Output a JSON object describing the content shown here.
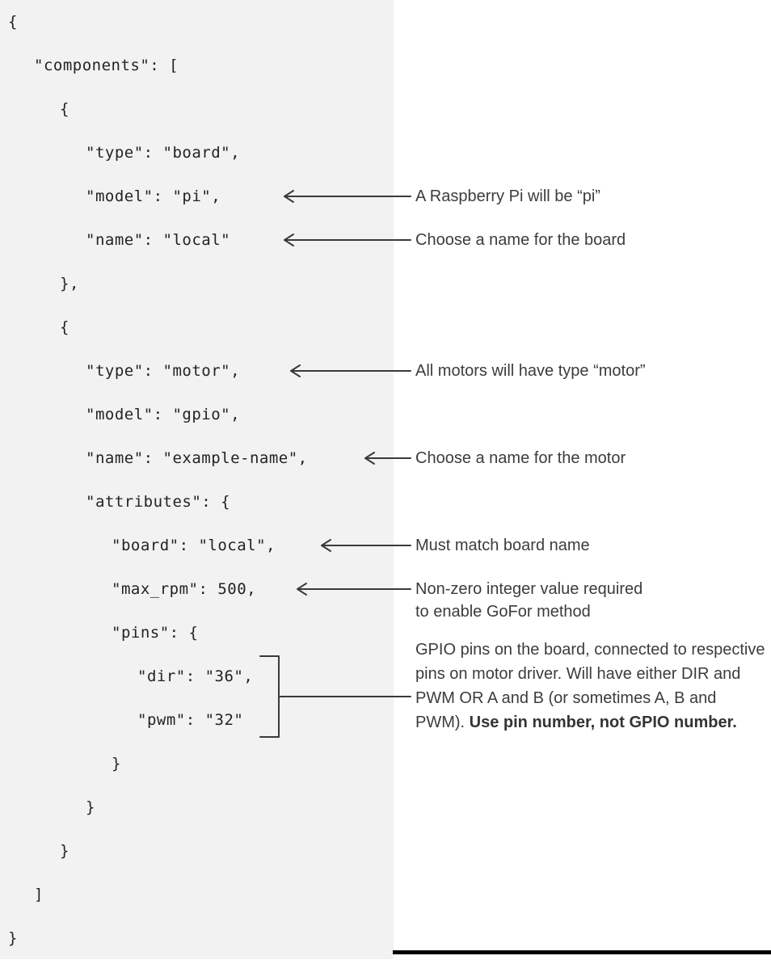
{
  "code": {
    "lines": [
      {
        "t": "{"
      },
      {
        "t": "\"components\": ["
      },
      {
        "t": "{"
      },
      {
        "t": "\"type\": \"board\","
      },
      {
        "t": "\"model\": \"pi\","
      },
      {
        "t": "\"name\": \"local\""
      },
      {
        "t": "},"
      },
      {
        "t": "{"
      },
      {
        "t": "\"type\": \"motor\","
      },
      {
        "t": "\"model\": \"gpio\","
      },
      {
        "t": "\"name\": \"example-name\","
      },
      {
        "t": "\"attributes\": {"
      },
      {
        "t": "\"board\": \"local\","
      },
      {
        "t": "\"max_rpm\": 500,"
      },
      {
        "t": "\"pins\": {"
      },
      {
        "t": "\"dir\": \"36\","
      },
      {
        "t": "\"pwm\": \"32\""
      },
      {
        "t": "}"
      },
      {
        "t": "}"
      },
      {
        "t": "}"
      },
      {
        "t": "]"
      },
      {
        "t": "}"
      }
    ]
  },
  "annotations": {
    "model_pi": "A Raspberry Pi will be “pi”",
    "board_name": "Choose a name for the board",
    "motor_type": "All motors will have type “motor”",
    "motor_name": "Choose a name for the motor",
    "board_match": "Must match board name",
    "max_rpm_line1": "Non-zero integer value required",
    "max_rpm_line2": "to enable GoFor method",
    "pins_text": "GPIO pins on the board, connected to respective pins on motor driver. Will have either DIR and PWM OR A and B (or sometimes A, B and PWM). ",
    "pins_bold": "Use pin number, not GPIO number."
  },
  "colors": {
    "panel_bg": "#f2f2f2",
    "code_text": "#232323",
    "annotation_text": "#3c3c3c",
    "connector_line": "#3a3a3a",
    "bottom_rule": "#000000"
  }
}
